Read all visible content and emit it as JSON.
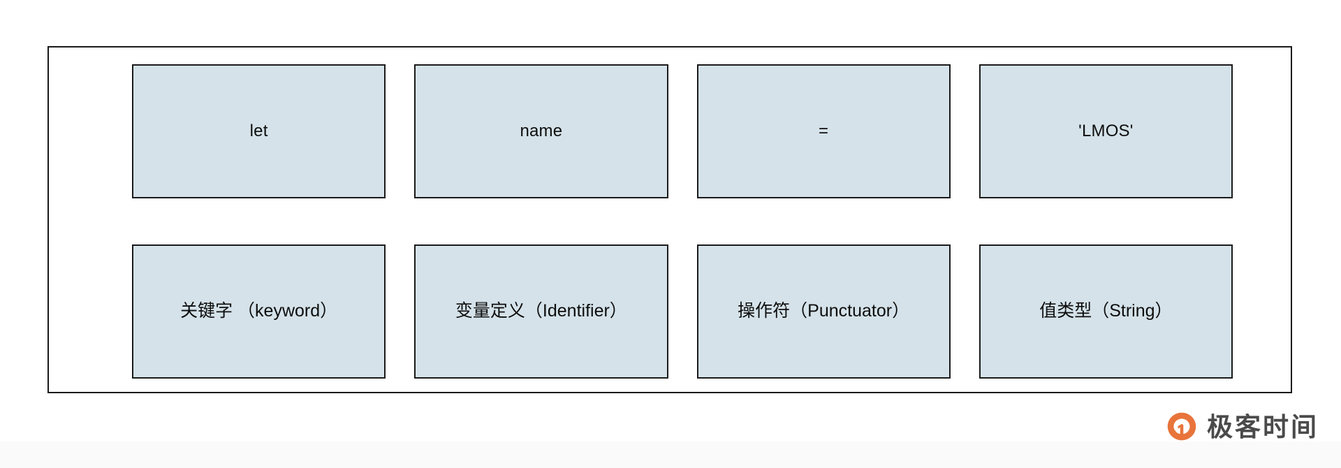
{
  "diagram": {
    "type": "token-breakdown-table",
    "rows": [
      {
        "role": "source-tokens",
        "cells": [
          {
            "text": "let"
          },
          {
            "text": "name"
          },
          {
            "text": "="
          },
          {
            "text": "'LMOS'"
          }
        ]
      },
      {
        "role": "token-types",
        "cells": [
          {
            "text": "关键字 （keyword）"
          },
          {
            "text": "变量定义（Identifier）"
          },
          {
            "text": "操作符（Punctuator）"
          },
          {
            "text": "值类型（String）"
          }
        ]
      }
    ]
  },
  "watermark": {
    "text": "极客时间",
    "icon": "geektime-logo-icon",
    "mark_color": "#e8743b",
    "text_color": "#4a4a4a"
  },
  "colors": {
    "cell_fill": "#d5e2e9",
    "cell_border": "#1a1a1a",
    "frame_border": "#1a1a1a",
    "page_background": "#ffffff",
    "bottom_band": "#fafafa"
  }
}
